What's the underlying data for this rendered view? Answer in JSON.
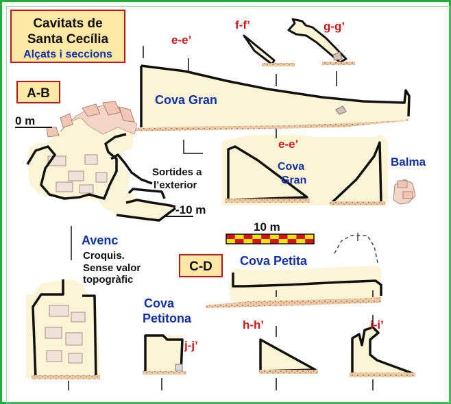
{
  "title": {
    "line1": "Cavitats de",
    "line2": "Santa Cecília",
    "subtitle": "Alçats i seccions"
  },
  "sections": {
    "ab": "A-B",
    "cd": "C-D",
    "ee_top": "e-e’",
    "ee_mid": "e-e’",
    "ff": "f-f’",
    "gg": "g-g’",
    "hh": "h-h’",
    "ii": "i-i’",
    "jj": "j-j’"
  },
  "caves": {
    "cova_gran": "Cova Gran",
    "cova_gran_section_1": "Cova",
    "cova_gran_section_2": "Gran",
    "balma": "Balma",
    "avenc": "Avenc",
    "cova_petita": "Cova Petita",
    "cova_petitona_1": "Cova",
    "cova_petitona_2": "Petitona"
  },
  "notes": {
    "sortides_1": "Sortides a",
    "sortides_2": "l’exterior",
    "croquis_1": "Croquis.",
    "croquis_2": "Sense valor",
    "croquis_3": "topogràfic"
  },
  "depth": {
    "zero": "0 m",
    "minus10": "-10 m"
  },
  "scale": {
    "label": "10 m",
    "segments": 10,
    "color_a": "#d41414",
    "color_b": "#f3e21a"
  },
  "colors": {
    "rock_fill": "#fbf5d6",
    "floor": "#d9a37a",
    "frame": "#1fae3a",
    "label_box": "#fde8a4"
  }
}
